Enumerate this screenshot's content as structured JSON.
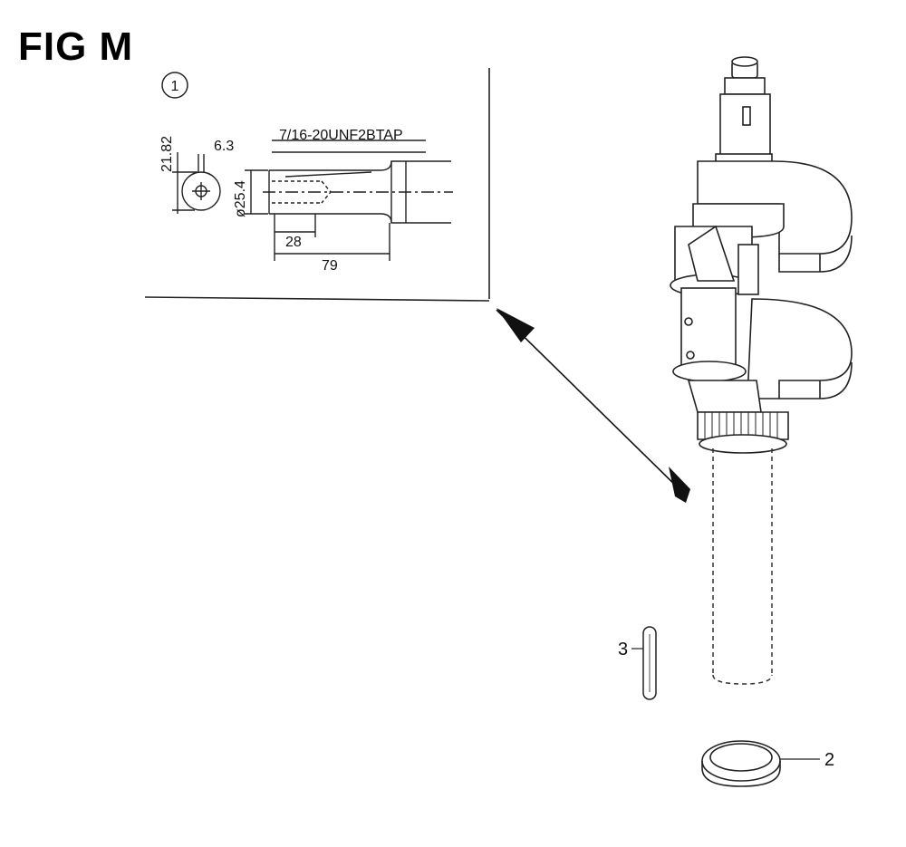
{
  "figure": {
    "title": "FIG M"
  },
  "detail": {
    "number": "1",
    "dimensions": {
      "thread_spec": "7/16-20UNF2BTAP",
      "keyway_width": "6.3",
      "keyway_depth": "21.82",
      "shaft_diameter": "ø25.4",
      "thread_depth": "28",
      "shaft_length": "79"
    }
  },
  "parts": [
    {
      "callout": "2"
    },
    {
      "callout": "3"
    }
  ]
}
